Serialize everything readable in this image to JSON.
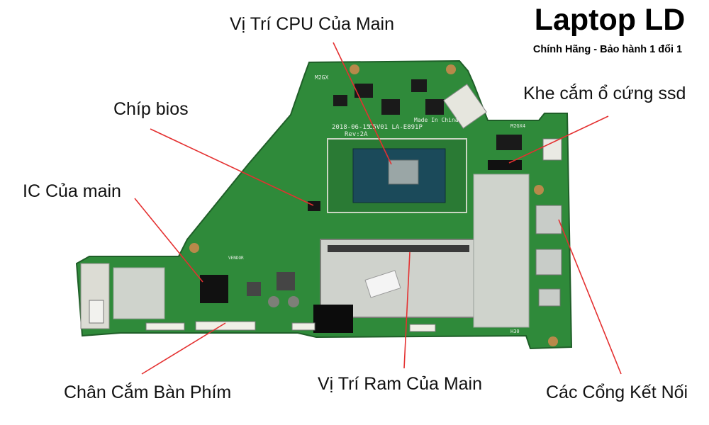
{
  "brand": {
    "title": "Laptop LD",
    "subtitle": "Chính Hãng - Bảo hành 1 đổi 1"
  },
  "callouts": {
    "cpu": "Vị Trí CPU Của Main",
    "bios": "Chíp bios",
    "ic": "IC Của main",
    "ssd": "Khe cắm ổ cứng ssd",
    "keyboard": "Chân Cắm Bàn Phím",
    "ram": "Vị Trí Ram Của Main",
    "ports": "Các Cổng Kết Nối"
  },
  "board_silkscreen": {
    "date": "2018-06-15",
    "rev": "Rev:2A",
    "model": "C5V01  LA-E891P",
    "origin": "Made In China",
    "m2_left": "M2GX",
    "m2_right": "M2GX4",
    "vendor": "VENDOR",
    "h30": "H30"
  },
  "colors": {
    "pcb_green": "#2f8a3a",
    "callout_line": "#e43030"
  }
}
